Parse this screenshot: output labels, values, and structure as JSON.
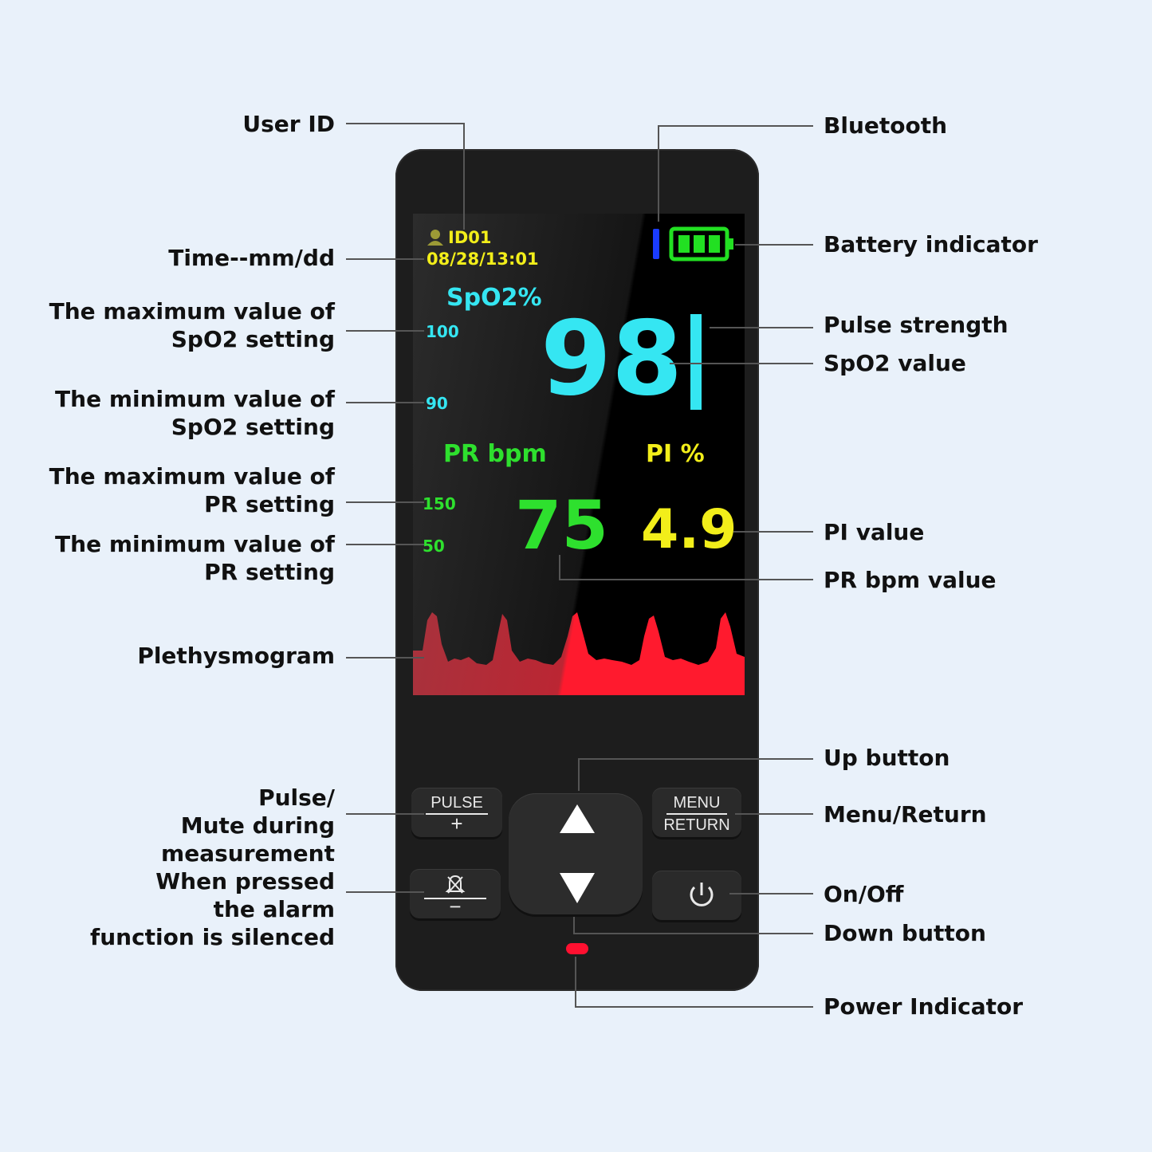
{
  "labels": {
    "user_id": "User ID",
    "time": "Time--mm/dd",
    "spo2_max": "The maximum value of\nSpO2 setting",
    "spo2_min": "The minimum value of\nSpO2 setting",
    "pr_max": "The maximum value of\nPR setting",
    "pr_min": "The minimum value of\nPR setting",
    "pleth": "Plethysmogram",
    "pulse_mute": "Pulse/\nMute during measurement",
    "alarm_silence": "When pressed\nthe alarm\nfunction is silenced",
    "bluetooth": "Bluetooth",
    "battery": "Battery indicator",
    "pulse_strength": "Pulse strength",
    "spo2_value": "SpO2 value",
    "pi_value": "PI value",
    "pr_value": "PR bpm value",
    "up_button": "Up button",
    "menu_return": "Menu/Return",
    "on_off": "On/Off",
    "down_button": "Down button",
    "power_indicator": "Power Indicator"
  },
  "screen": {
    "id": "ID01",
    "datetime": "08/28/13:01",
    "spo2_label": "SpO2%",
    "spo2_max": "100",
    "spo2_min": "90",
    "spo2_value": "98",
    "pr_label": "PR bpm",
    "pi_label": "PI %",
    "pr_max": "150",
    "pr_min": "50",
    "pr_value": "75",
    "pi_value": "4.9",
    "battery_bars": 3
  },
  "buttons": {
    "pulse_top": "PULSE",
    "pulse_bottom": "+",
    "mute_bottom": "−",
    "menu_top": "MENU",
    "menu_bottom": "RETURN"
  },
  "colors": {
    "spo2": "#35e6f2",
    "pr": "#2ee02e",
    "pi": "#f2ee1a",
    "datetime": "#f2ee1a",
    "bluetooth": "#1a3cff",
    "battery": "#22e022",
    "pleth": "#ff1a2e",
    "led": "#ff1030"
  }
}
